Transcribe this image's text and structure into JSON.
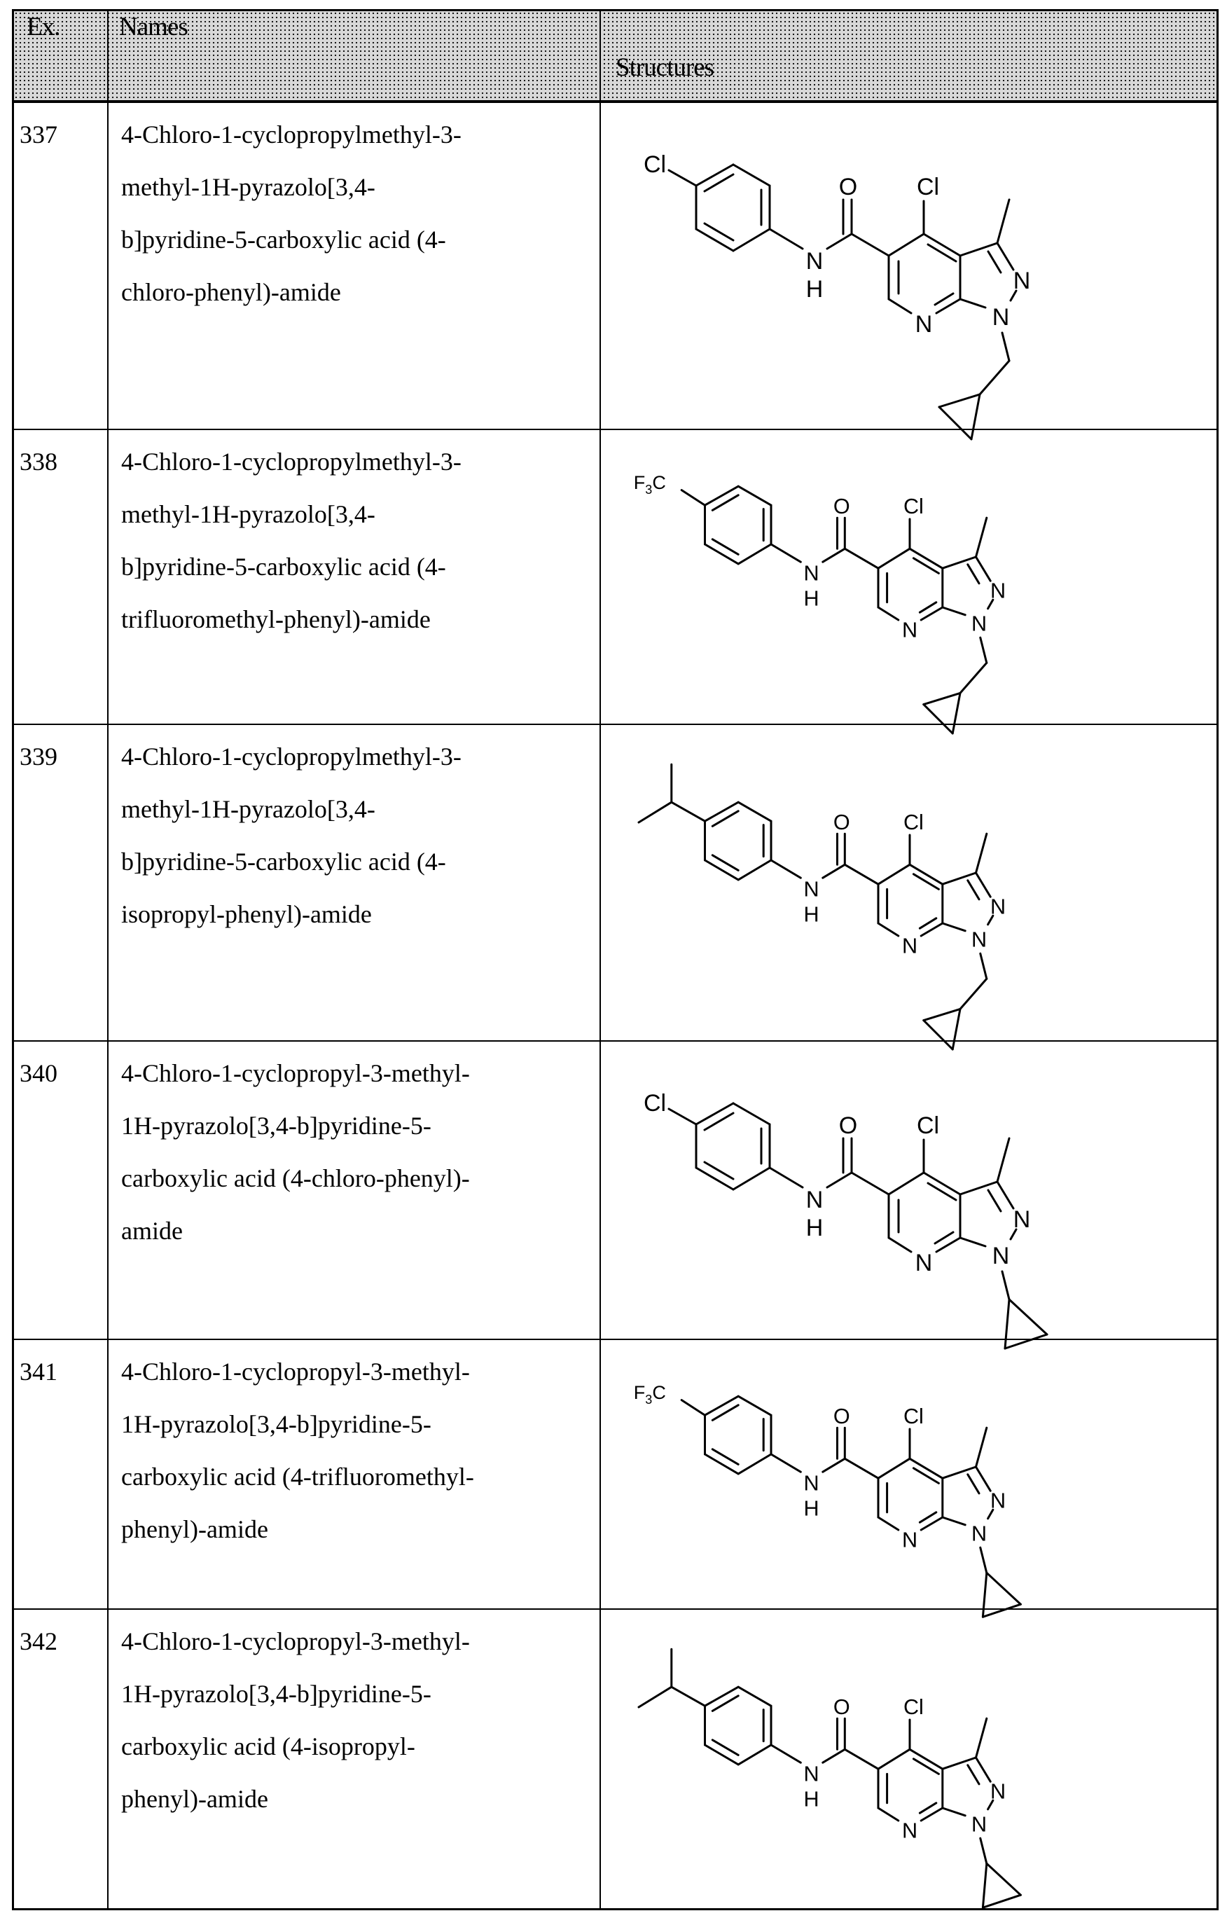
{
  "table": {
    "headers": {
      "ex": "Ex.",
      "names": "Names",
      "structures": "Structures"
    },
    "rows": [
      {
        "ex": "337",
        "name": "4-Chloro-1-cyclopropylmethyl-3-\nmethyl-1H-pyrazolo[3,4-\nb]pyridine-5-carboxylic acid (4-\nchloro-phenyl)-amide",
        "structure": {
          "para_substituent": "Cl",
          "n1_substituent": "cyclopropylmethyl",
          "scale": 1.0,
          "dx": 0,
          "dy": 0
        }
      },
      {
        "ex": "338",
        "name": "4-Chloro-1-cyclopropylmethyl-3-\nmethyl-1H-pyrazolo[3,4-\nb]pyridine-5-carboxylic acid (4-\ntrifluoromethyl-phenyl)-amide",
        "structure": {
          "para_substituent": "CF3",
          "n1_substituent": "cyclopropylmethyl",
          "scale": 0.9,
          "dx": 0,
          "dy": 0
        }
      },
      {
        "ex": "339",
        "name": "4-Chloro-1-cyclopropylmethyl-3-\nmethyl-1H-pyrazolo[3,4-\nb]pyridine-5-carboxylic acid (4-\nisopropyl-phenyl)-amide",
        "structure": {
          "para_substituent": "isopropyl",
          "n1_substituent": "cyclopropylmethyl",
          "scale": 0.9,
          "dx": 0,
          "dy": 0
        }
      },
      {
        "ex": "340",
        "name": "4-Chloro-1-cyclopropyl-3-methyl-\n1H-pyrazolo[3,4-b]pyridine-5-\ncarboxylic acid (4-chloro-phenyl)-\namide",
        "structure": {
          "para_substituent": "Cl",
          "n1_substituent": "cyclopropyl",
          "scale": 1.0,
          "dx": 0,
          "dy": 0
        }
      },
      {
        "ex": "341",
        "name": "4-Chloro-1-cyclopropyl-3-methyl-\n1H-pyrazolo[3,4-b]pyridine-5-\ncarboxylic acid (4-trifluoromethyl-\nphenyl)-amide",
        "structure": {
          "para_substituent": "CF3",
          "n1_substituent": "cyclopropyl",
          "scale": 0.9,
          "dx": 0,
          "dy": 0
        }
      },
      {
        "ex": "342",
        "name": "4-Chloro-1-cyclopropyl-3-methyl-\n1H-pyrazolo[3,4-b]pyridine-5-\ncarboxylic acid (4-isopropyl-\nphenyl)-amide",
        "structure": {
          "para_substituent": "isopropyl",
          "n1_substituent": "cyclopropyl",
          "scale": 0.9,
          "dx": 0,
          "dy": 0
        }
      }
    ]
  },
  "atom_labels": {
    "chlorine": "Cl",
    "oxygen": "O",
    "nitrogen": "N",
    "hydrogen": "H",
    "cf3_f": "F",
    "cf3_sub": "3",
    "cf3_c": "C"
  }
}
